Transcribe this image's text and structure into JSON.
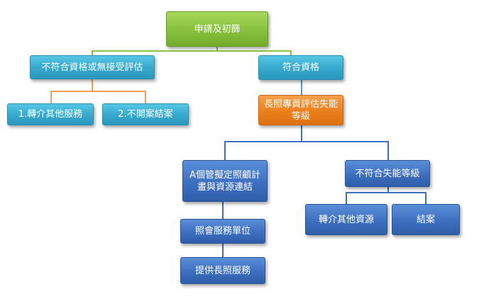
{
  "nodes": {
    "root": "申請及初篩",
    "not_qualified": "不符合資格或無接受評估",
    "qualified": "符合資格",
    "refer_other": "1.轉介其他服務",
    "not_open_case": "2.不開案結案",
    "assess": "長照專員評估失能等級",
    "care_plan": "A個管擬定照顧計畫與資源連結",
    "not_meet_level": "不符合失能等級",
    "notify_unit": "照會服務單位",
    "provide_service": "提供長照服務",
    "refer_resources": "轉介其他資源",
    "close_case": "結案"
  },
  "colors": {
    "green": "#86c03c",
    "teal": "#35a9cc",
    "orange": "#ec7f1c",
    "blue": "#3d6fc0",
    "connector_green": "#8cc63f",
    "connector_teal": "#3aa6c8",
    "connector_orange": "#f0a050",
    "connector_blue": "#3f6fbf"
  }
}
